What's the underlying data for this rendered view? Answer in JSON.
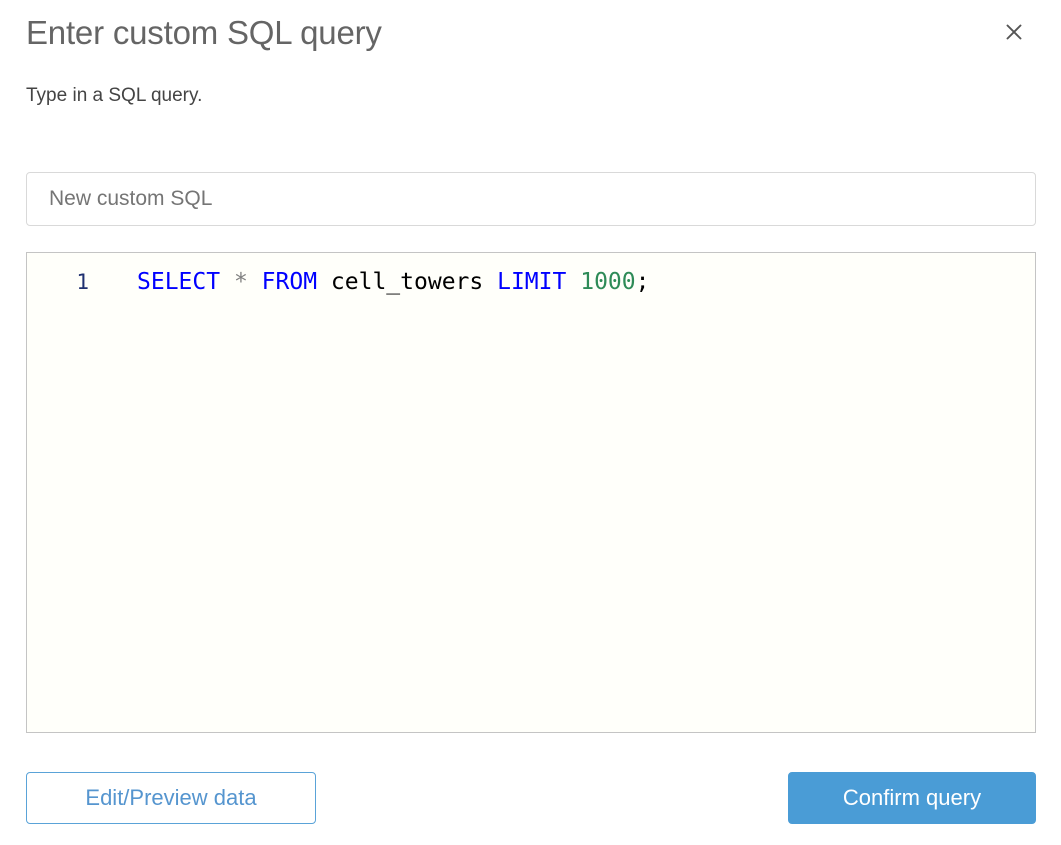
{
  "dialog": {
    "title": "Enter custom SQL query",
    "subtitle": "Type in a SQL query.",
    "close_icon": "close-icon"
  },
  "name_field": {
    "value": "",
    "placeholder": "New custom SQL"
  },
  "editor": {
    "line_number": "1",
    "tokens": [
      {
        "text": "SELECT",
        "type": "keyword"
      },
      {
        "text": " ",
        "type": "plain"
      },
      {
        "text": "*",
        "type": "operator"
      },
      {
        "text": " ",
        "type": "plain"
      },
      {
        "text": "FROM",
        "type": "keyword"
      },
      {
        "text": " ",
        "type": "plain"
      },
      {
        "text": "cell_towers",
        "type": "name"
      },
      {
        "text": " ",
        "type": "plain"
      },
      {
        "text": "LIMIT",
        "type": "keyword"
      },
      {
        "text": " ",
        "type": "plain"
      },
      {
        "text": "1000",
        "type": "number"
      },
      {
        "text": ";",
        "type": "punct"
      }
    ],
    "plain_text": "SELECT * FROM cell_towers LIMIT 1000;"
  },
  "footer": {
    "secondary_label": "Edit/Preview data",
    "primary_label": "Confirm query"
  },
  "colors": {
    "primary_blue": "#4a9cd6",
    "secondary_blue_text": "#5595cf",
    "keyword": "#0000ff",
    "number": "#2e8b57",
    "operator": "#808080",
    "line_number": "#1f3070",
    "title_gray": "#656565",
    "subtitle_gray": "#444444",
    "editor_bg": "#fffffa"
  }
}
